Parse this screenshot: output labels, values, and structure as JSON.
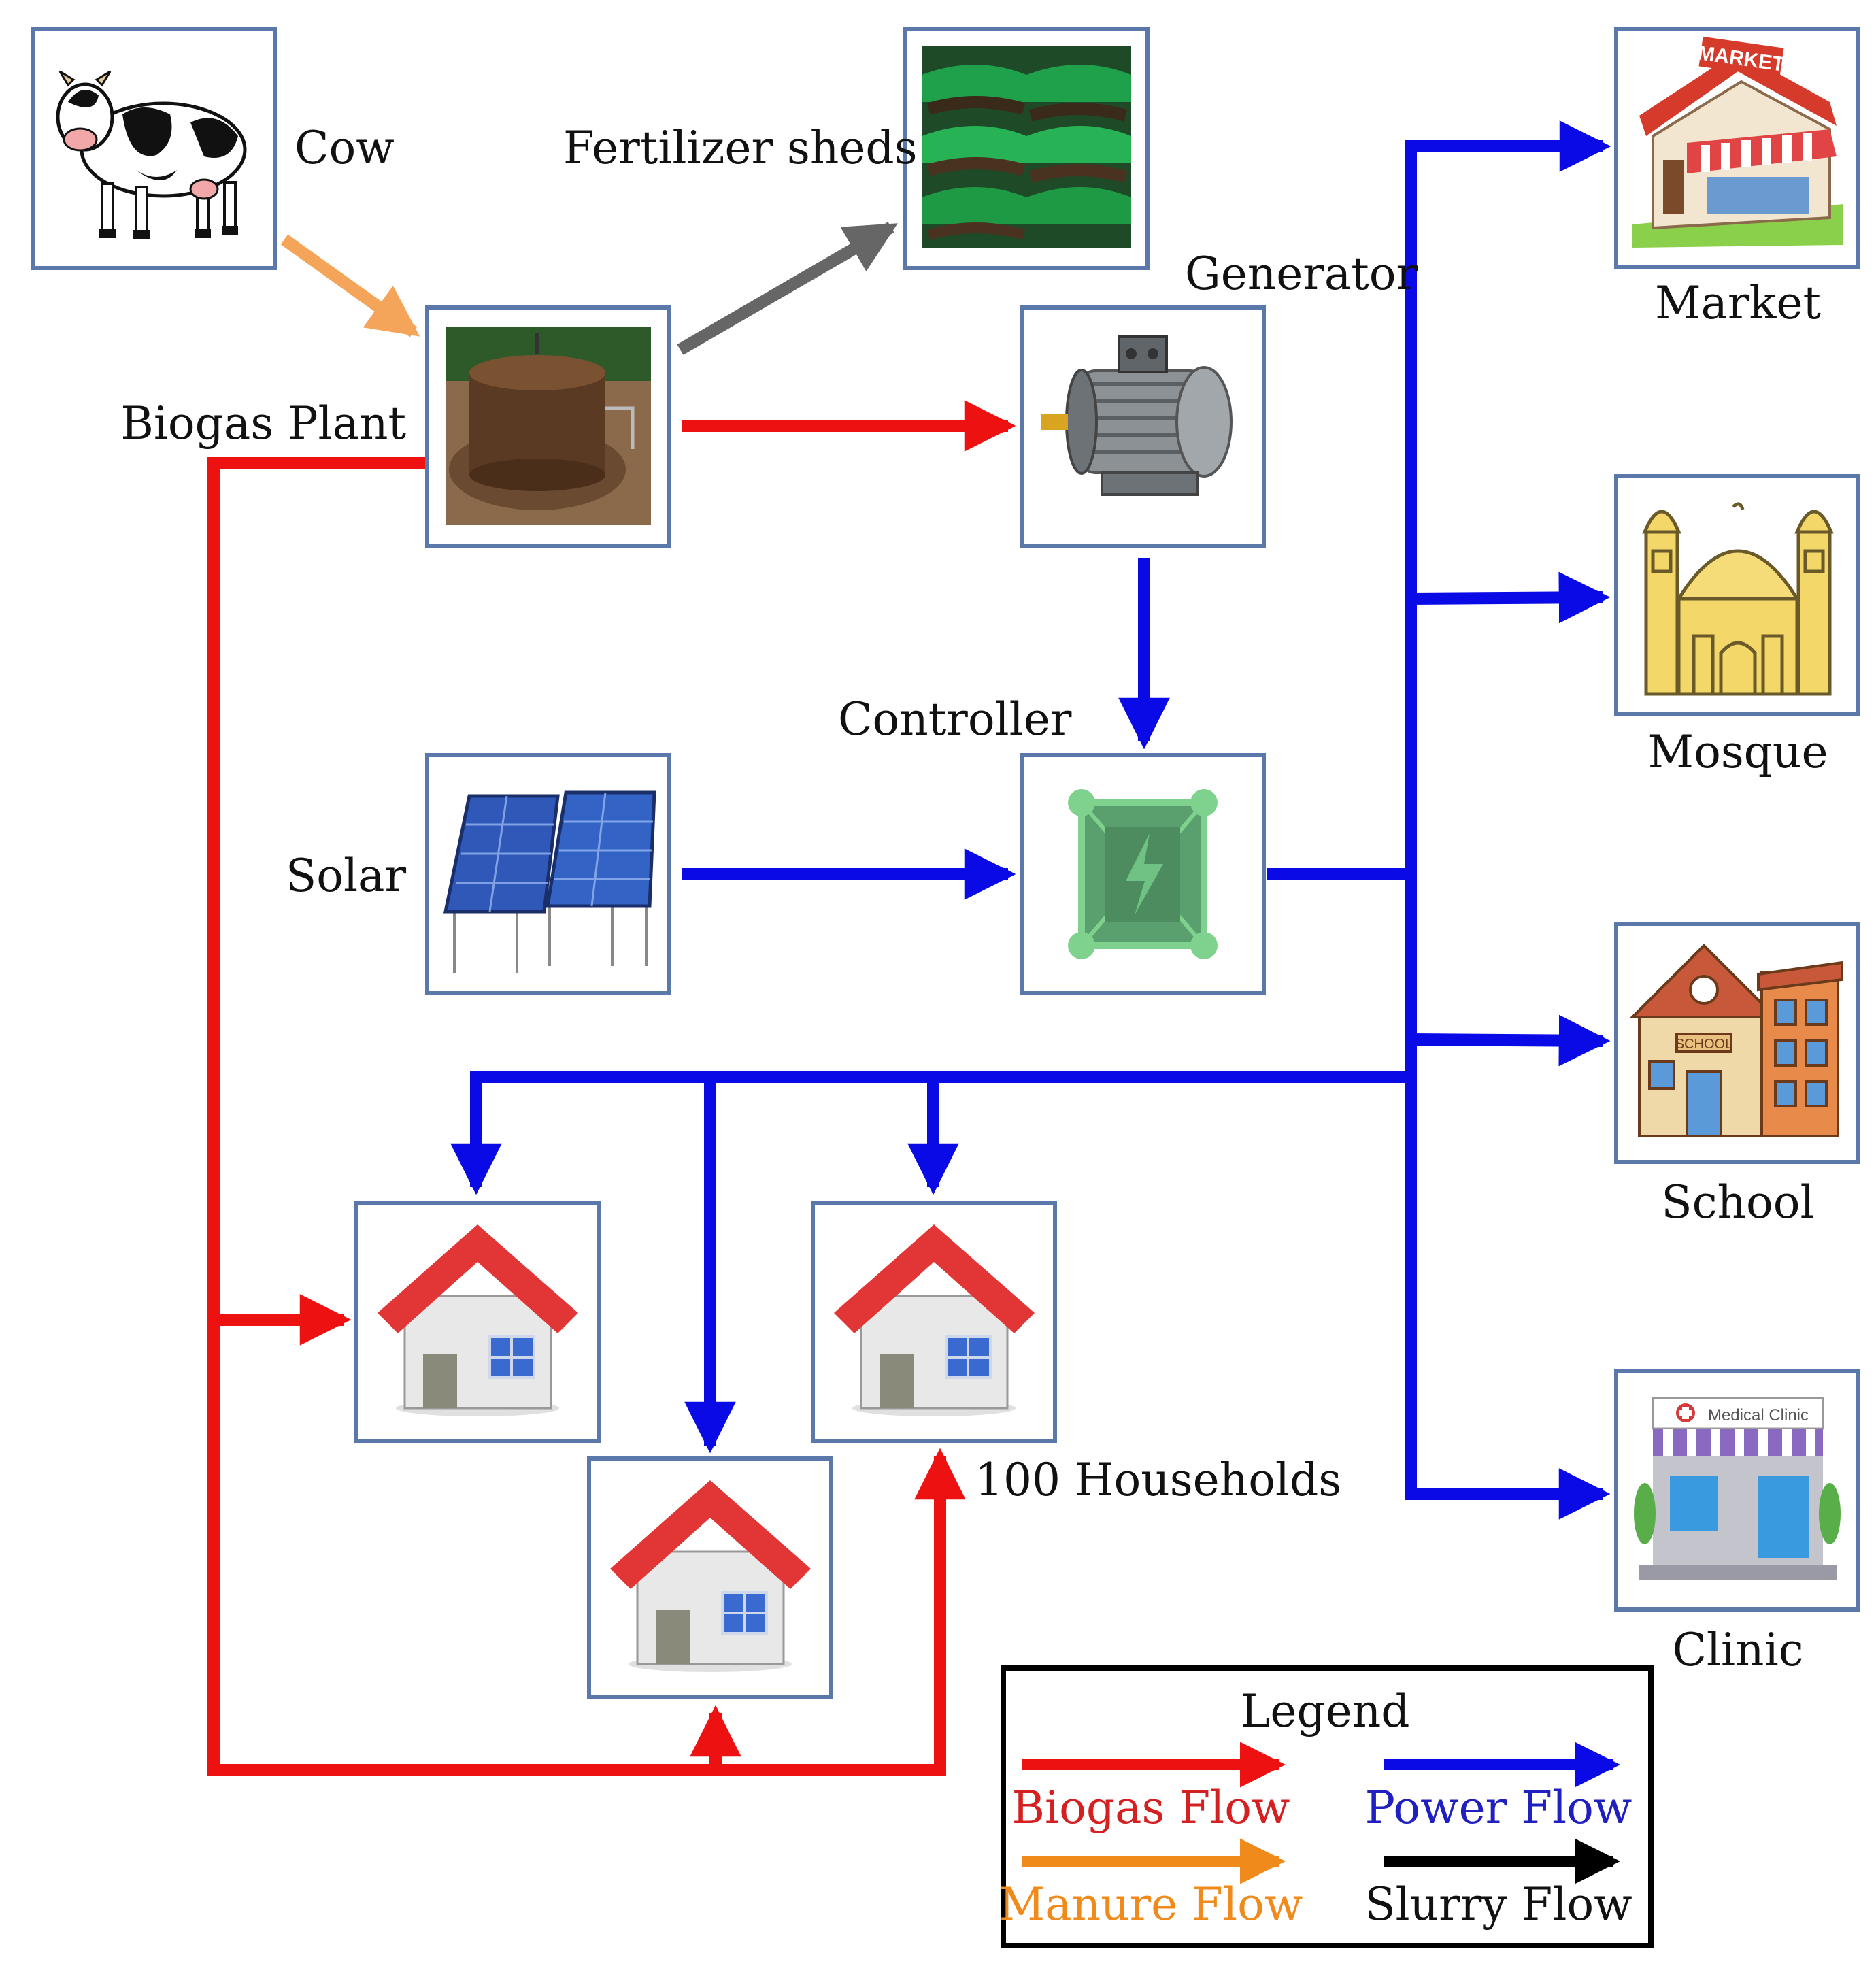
{
  "labels": {
    "cow": "Cow",
    "fertilizer": "Fertilizer sheds",
    "biogas_plant": "Biogas Plant",
    "generator": "Generator",
    "controller": "Controller",
    "solar": "Solar",
    "market": "Market",
    "mosque": "Mosque",
    "school": "School",
    "clinic": "Clinic",
    "households": "100 Households"
  },
  "image_text": {
    "market_sign": "MARKET",
    "school_sign": "SCHOOL",
    "clinic_sign": "Medical Clinic"
  },
  "legend": {
    "title": "Legend",
    "biogas": "Biogas Flow",
    "power": "Power Flow",
    "manure": "Manure Flow",
    "slurry": "Slurry Flow"
  },
  "colors": {
    "biogas": "#ee1111",
    "power": "#0a0ae6",
    "manure": "#f5a55a",
    "slurry": "#666666",
    "box_border": "#5a78aa",
    "legend_biogas_text": "#d42020",
    "legend_power_text": "#2020c0",
    "legend_manure_text": "#f08a1a",
    "legend_slurry_text": "#111111"
  }
}
